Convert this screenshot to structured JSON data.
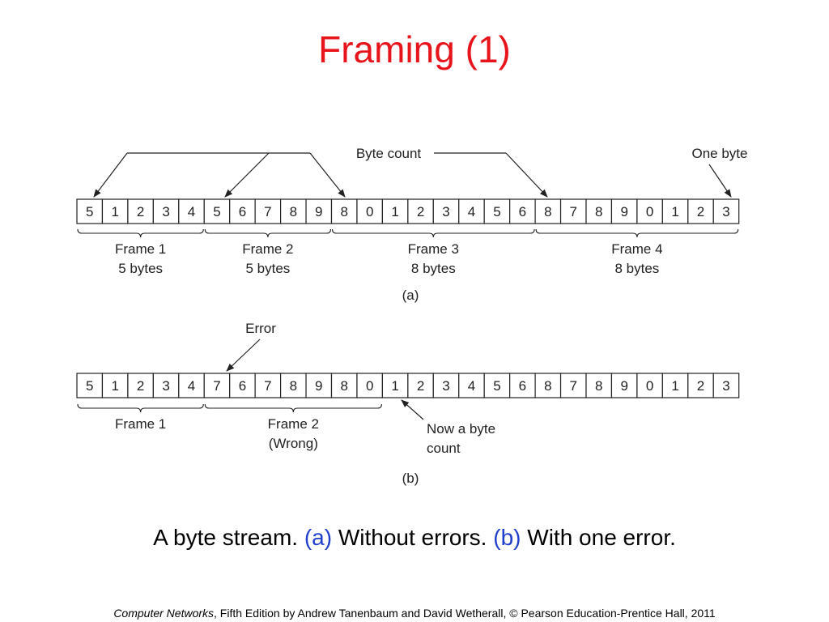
{
  "title": "Framing (1)",
  "diagram_a": {
    "bytes": [
      "5",
      "1",
      "2",
      "3",
      "4",
      "5",
      "6",
      "7",
      "8",
      "9",
      "8",
      "0",
      "1",
      "2",
      "3",
      "4",
      "5",
      "6",
      "8",
      "7",
      "8",
      "9",
      "0",
      "1",
      "2",
      "3"
    ],
    "byte_count_label": "Byte count",
    "one_byte_label": "One byte",
    "frames": [
      {
        "name": "Frame 1",
        "size": "5 bytes",
        "start": 0,
        "end": 4
      },
      {
        "name": "Frame 2",
        "size": "5 bytes",
        "start": 5,
        "end": 9
      },
      {
        "name": "Frame 3",
        "size": "8 bytes",
        "start": 10,
        "end": 17
      },
      {
        "name": "Frame 4",
        "size": "8 bytes",
        "start": 18,
        "end": 25
      }
    ],
    "label": "(a)"
  },
  "diagram_b": {
    "bytes": [
      "5",
      "1",
      "2",
      "3",
      "4",
      "7",
      "6",
      "7",
      "8",
      "9",
      "8",
      "0",
      "1",
      "2",
      "3",
      "4",
      "5",
      "6",
      "8",
      "7",
      "8",
      "9",
      "0",
      "1",
      "2",
      "3"
    ],
    "error_label": "Error",
    "byte_count_line1": "Now a byte",
    "byte_count_line2": "count",
    "frames": [
      {
        "name": "Frame 1",
        "sub": "",
        "start": 0,
        "end": 4
      },
      {
        "name": "Frame 2",
        "sub": "(Wrong)",
        "start": 5,
        "end": 11
      }
    ],
    "label": "(b)"
  },
  "caption": {
    "part1": "A byte stream. ",
    "a_tag": "(a)",
    "part2": " Without errors. ",
    "b_tag": "(b)",
    "part3": " With one error."
  },
  "footer": {
    "book": "Computer Networks",
    "rest": ", Fifth Edition by Andrew Tanenbaum and David Wetherall, © Pearson Education-Prentice Hall, 2011"
  },
  "colors": {
    "title": "#e8141c",
    "caption_tag": "#1f3fcc"
  }
}
